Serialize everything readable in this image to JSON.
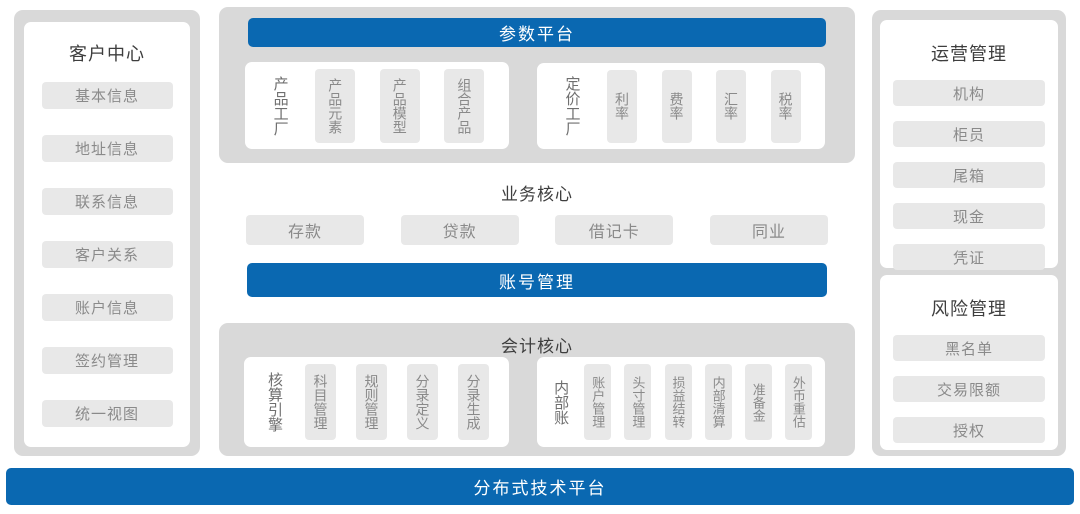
{
  "colors": {
    "accent_blue": "#0a68b1",
    "panel_gray": "#d9d9d9",
    "pill_gray": "#e8e8e8",
    "title_text": "#3e3e3e",
    "pill_text": "#8a8a8a"
  },
  "customer_center": {
    "title": "客户中心",
    "items": [
      "基本信息",
      "地址信息",
      "联系信息",
      "客户关系",
      "账户信息",
      "签约管理",
      "统一视图"
    ]
  },
  "param_platform": {
    "title": "参数平台",
    "groups": [
      {
        "label": "产品工厂",
        "items": [
          "产品元素",
          "产品模型",
          "组合产品"
        ]
      },
      {
        "label": "定价工厂",
        "items": [
          "利率",
          "费率",
          "汇率",
          "税率"
        ]
      }
    ]
  },
  "business_core": {
    "title": "业务核心",
    "items": [
      "存款",
      "贷款",
      "借记卡",
      "同业"
    ],
    "account_bar": "账号管理"
  },
  "accounting_core": {
    "title": "会计核心",
    "groups": [
      {
        "label": "核算引擎",
        "items": [
          "科目管理",
          "规则管理",
          "分录定义",
          "分录生成"
        ]
      },
      {
        "label": "内部账",
        "items": [
          "账户管理",
          "头寸管理",
          "损益结转",
          "内部清算",
          "准备金",
          "外币重估"
        ]
      }
    ]
  },
  "operations": {
    "title": "运营管理",
    "items": [
      "机构",
      "柜员",
      "尾箱",
      "现金",
      "凭证"
    ]
  },
  "risk": {
    "title": "风险管理",
    "items": [
      "黑名单",
      "交易限额",
      "授权"
    ]
  },
  "tech_platform": {
    "title": "分布式技术平台"
  }
}
